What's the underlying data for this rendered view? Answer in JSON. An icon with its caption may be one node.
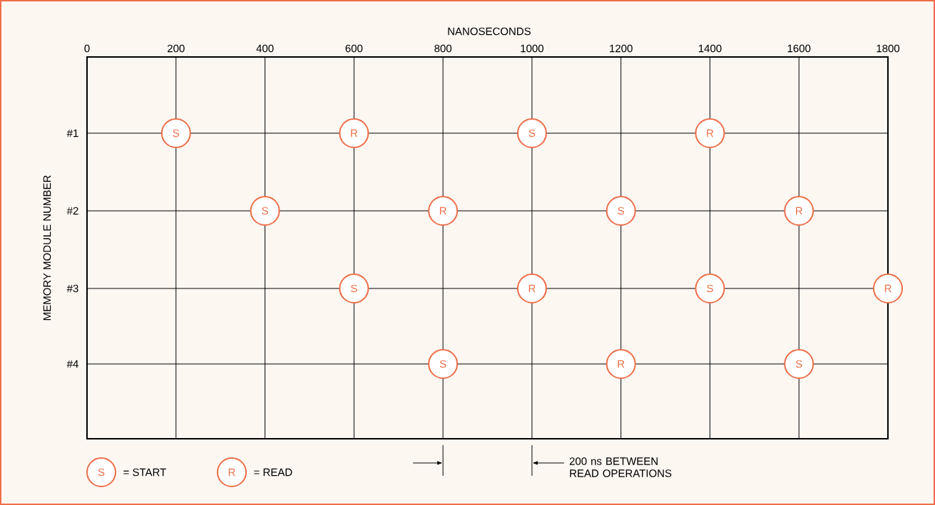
{
  "diagram": {
    "nodes": [
      {
        "text": [
          "S"
        ]
      },
      {
        "text": [
          "R"
        ]
      },
      {
        "text": [
          "S"
        ]
      },
      {
        "text": [
          "R"
        ]
      },
      {
        "text": [
          "S"
        ]
      },
      {
        "text": [
          "R"
        ]
      },
      {
        "text": [
          "S"
        ]
      },
      {
        "text": [
          "R"
        ]
      },
      {
        "text": [
          "S"
        ]
      },
      {
        "text": [
          "R"
        ]
      },
      {
        "text": [
          "S"
        ]
      },
      {
        "text": [
          "R"
        ]
      },
      {
        "text": [
          "S"
        ]
      },
      {
        "text": [
          "R"
        ]
      },
      {
        "text": [
          "S"
        ]
      },
      {
        "text": [
          "S"
        ],
        "beside": [
          "= START"
        ]
      },
      {
        "text": [
          "R"
        ],
        "beside": [
          "= READ"
        ]
      }
    ],
    "labels": [
      "NANOSECONDS",
      "0",
      "200",
      "400",
      "600",
      "800",
      "1000",
      "1200",
      "1400",
      "1600",
      "1800",
      "#1",
      "#2",
      "#3",
      "#4",
      "MEMORY MODULE NUMBER",
      "200 ns BETWEEN READ OPERATIONS"
    ]
  }
}
